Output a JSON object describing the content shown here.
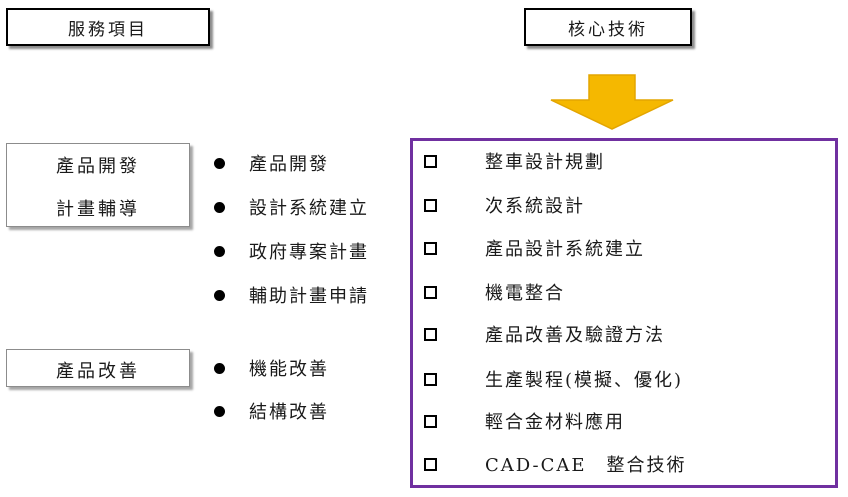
{
  "headers": {
    "services": "服務項目",
    "core": "核心技術"
  },
  "categories": [
    {
      "lines": [
        "產品開發",
        "計畫輔導"
      ]
    },
    {
      "lines": [
        "產品改善"
      ]
    }
  ],
  "services": [
    "產品開發",
    "設計系統建立",
    "政府專案計畫",
    "輔助計畫申請",
    "機能改善",
    "結構改善"
  ],
  "techniques": [
    "整車設計規劃",
    "次系統設計",
    "產品設計系統建立",
    "機電整合",
    "產品改善及驗證方法",
    "生產製程(模擬、優化)",
    "輕合金材料應用",
    "CAD-CAE　整合技術"
  ],
  "colors": {
    "tech_box_border": "#7030a0",
    "arrow_fill": "#f5b800",
    "arrow_stroke": "#e3a500"
  },
  "icons": {
    "arrow": "down-arrow-icon",
    "service_bullet": "bullet-dot-icon",
    "tech_bullet": "square-bullet-icon"
  }
}
